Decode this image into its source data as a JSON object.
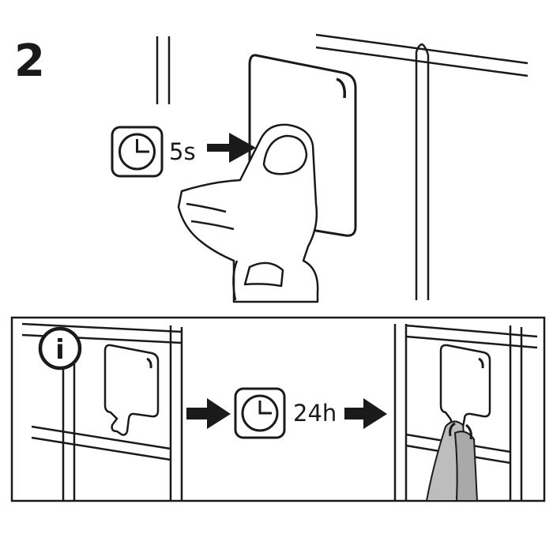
{
  "step": {
    "number": "2"
  },
  "press": {
    "duration": "5s",
    "icon": "clock-icon"
  },
  "info": {
    "icon": "info-icon",
    "glyph": "i",
    "wait_duration": "24h",
    "wait_icon": "clock-icon"
  },
  "colors": {
    "ink": "#1a1a1a",
    "paper": "#ffffff",
    "towel": "#bdbdbd"
  }
}
